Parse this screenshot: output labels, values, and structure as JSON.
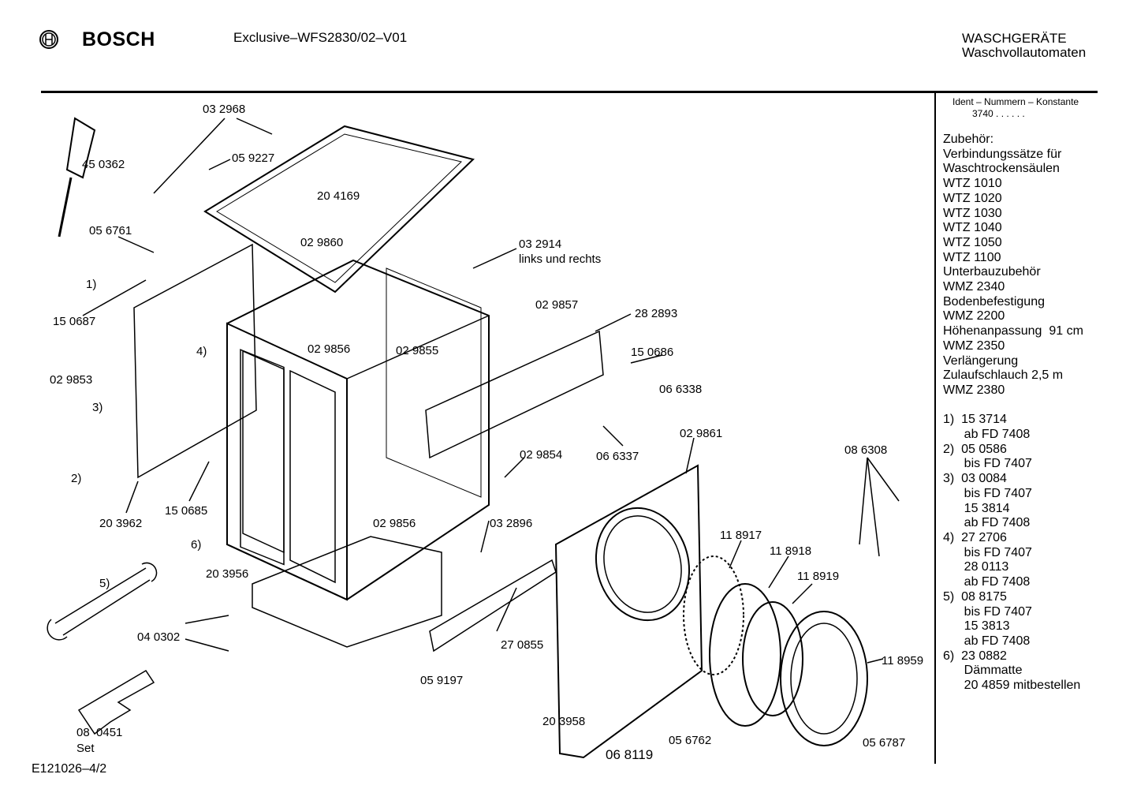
{
  "header": {
    "brand": "BOSCH",
    "model": "Exclusive–WFS2830/02–V01",
    "category": "WASCHGERÄTE",
    "subcategory": "Waschvollautomaten"
  },
  "sidebar": {
    "ident_label": "Ident – Nummern – Konstante",
    "konstante": "3740 . .   . . . .",
    "lines": [
      "Zubehör:",
      "Verbindungssätze für",
      "Waschtrockensäulen",
      "WTZ 1010",
      "WTZ 1020",
      "WTZ 1030",
      "WTZ 1040",
      "WTZ 1050",
      "WTZ 1100",
      "Unterbauzubehör",
      "WMZ 2340",
      "Bodenbefestigung",
      "WMZ 2200",
      "Höhenanpassung  91 cm",
      "WMZ 2350",
      "Verlängerung",
      "Zulaufschlauch 2,5 m",
      "WMZ 2380",
      "",
      "1)  15 3714",
      "      ab FD 7408",
      "2)  05 0586",
      "      bis FD 7407",
      "3)  03 0084",
      "      bis FD 7407",
      "      15 3814",
      "      ab FD 7408",
      "4)  27 2706",
      "      bis FD 7407",
      "      28 0113",
      "      ab FD 7408",
      "5)  08 8175",
      "      bis FD 7407",
      "      15 3813",
      "      ab FD 7408",
      "6)  23 0882",
      "      Dämmatte",
      "      20 4859 mitbestellen"
    ]
  },
  "parts": [
    "03 2968",
    "45 0362",
    "05 9227",
    "20 4169",
    "05 6761",
    "02 9860",
    "03 2914",
    "links und rechts",
    "1)",
    "15 0687",
    "02 9857",
    "28 2893",
    "4)",
    "02 9856",
    "02 9855",
    "15 0686",
    "02 9853",
    "3)",
    "06 6338",
    "02 9861",
    "02 9854",
    "06 6337",
    "08 6308",
    "2)",
    "20 3962",
    "15 0685",
    "02 9856",
    "03 2896",
    "11 8917",
    "6)",
    "11 8918",
    "11 8919",
    "20 3956",
    "5)",
    "04 0302",
    "27 0855",
    "11 8959",
    "05 9197",
    "20 3958",
    "08  0451",
    "Set",
    "05 6762",
    "05 6787",
    "06 8119"
  ],
  "footer": {
    "drawing_id": "E121026–4/2"
  }
}
